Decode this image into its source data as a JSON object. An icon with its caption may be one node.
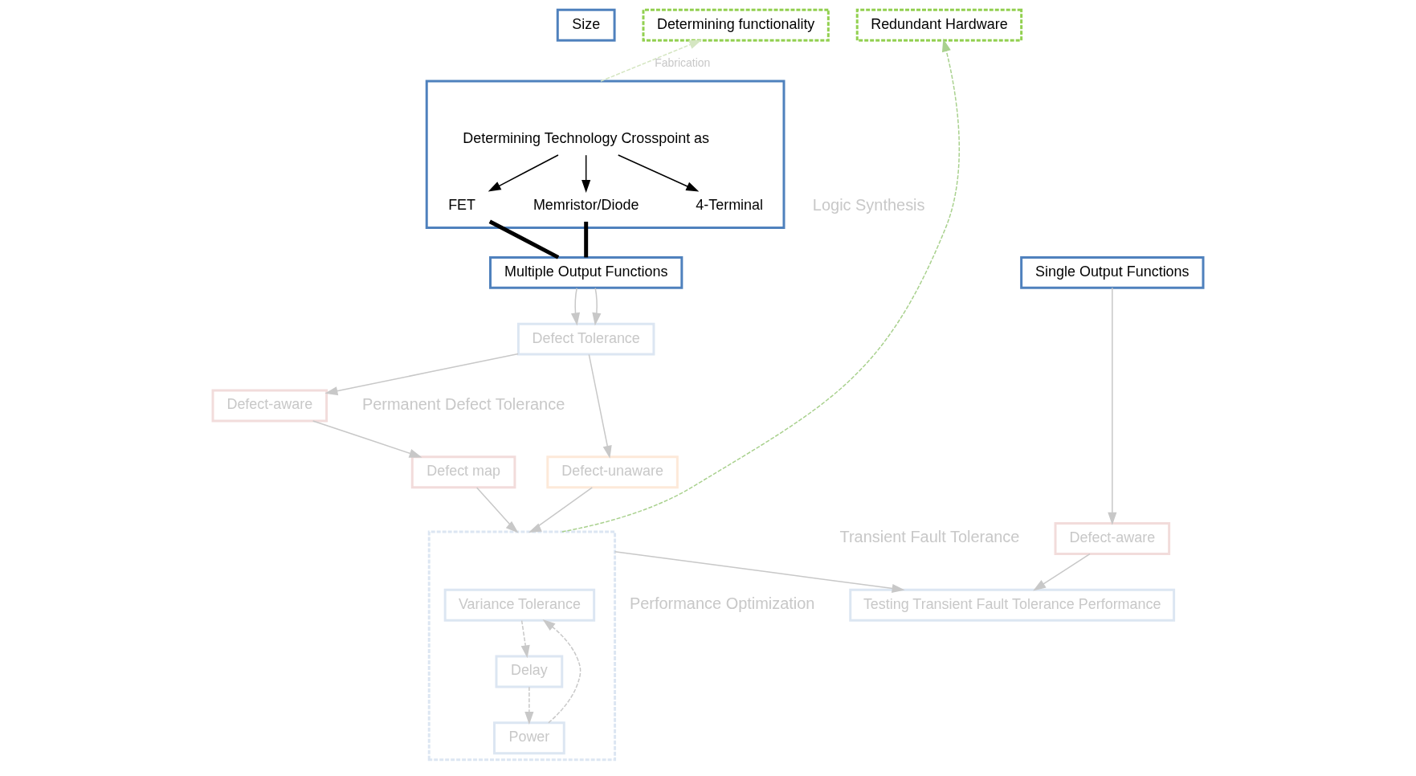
{
  "diagram": {
    "nodes": [
      {
        "text": [
          "Determining functionality"
        ]
      },
      {
        "text": [
          "Size"
        ]
      },
      {
        "text": [
          "Redundant Hardware"
        ]
      },
      {
        "text": [],
        "shape": "box"
      },
      {
        "text": [
          "Determining Technology Crosspoint as"
        ],
        "in": 3
      },
      {
        "text": [
          "Memristor/Diode"
        ],
        "in": 3
      },
      {
        "text": [
          "FET"
        ],
        "in": 3
      },
      {
        "text": [
          "4-Terminal"
        ],
        "in": 3
      },
      {
        "text": [
          "Multiple Output Functions"
        ]
      },
      {
        "text": [
          "Single Output Functions"
        ]
      },
      {
        "text": [
          "Defect Tolerance"
        ]
      },
      {
        "text": [
          "Defect-aware"
        ]
      },
      {
        "text": [
          "Defect-unaware"
        ]
      },
      {
        "text": [
          "Defect-aware"
        ]
      },
      {
        "text": [
          "Defect map"
        ]
      },
      {
        "text": [
          "Testing Transient Fault Tolerance Performance"
        ]
      },
      {
        "text": [],
        "shape": "box"
      },
      {
        "text": [
          "Variance Tolerance"
        ],
        "in": 16
      },
      {
        "text": [
          "Delay"
        ],
        "in": 16
      },
      {
        "text": [
          "Power"
        ],
        "in": 16
      }
    ],
    "edges": [
      {
        "from": 4,
        "to": 5,
        "arrow": "to",
        "color": "#000000"
      },
      {
        "from": 4,
        "to": 6,
        "arrow": "to",
        "color": "#000000"
      },
      {
        "from": 4,
        "to": 7,
        "arrow": "to",
        "color": "#000000"
      },
      {
        "from": 5,
        "to": 8,
        "arrow": "none",
        "style": "thick",
        "color": "#000000"
      },
      {
        "from": 6,
        "to": 8,
        "arrow": "none",
        "style": "thick",
        "color": "#000000"
      },
      {
        "from": 8,
        "to": 10,
        "arrow": "to"
      },
      {
        "from": 8,
        "to": 10,
        "arrow": "to"
      },
      {
        "from": 10,
        "to": 11,
        "arrow": "to"
      },
      {
        "from": 10,
        "to": 12,
        "arrow": "to"
      },
      {
        "from": 9,
        "to": 13,
        "arrow": "to"
      },
      {
        "from": 11,
        "to": 14,
        "arrow": "to"
      },
      {
        "from": 12,
        "to": 16,
        "arrow": "to"
      },
      {
        "from": 14,
        "to": 16,
        "arrow": "to"
      },
      {
        "from": 13,
        "to": 15,
        "arrow": "to"
      },
      {
        "from": 16,
        "to": 15,
        "arrow": "to"
      },
      {
        "from": 17,
        "to": 18,
        "arrow": "to",
        "style": "dashed"
      },
      {
        "from": 18,
        "to": 19,
        "arrow": "to",
        "style": "dashed"
      },
      {
        "from": 19,
        "to": 17,
        "arrow": "to",
        "style": "dashed"
      },
      {
        "from": 3,
        "to": 0,
        "arrow": "to",
        "label": "Fabrication",
        "style": "dashed",
        "color": "#d5e6c2"
      },
      {
        "from": 16,
        "to": 2,
        "arrow": "to",
        "style": "dashed",
        "color": "#a9d18e"
      }
    ],
    "labels": [
      "Logic Synthesis",
      "Transient Fault Tolerance",
      "Permanent Defect Tolerance",
      "Performance Optimization"
    ]
  }
}
